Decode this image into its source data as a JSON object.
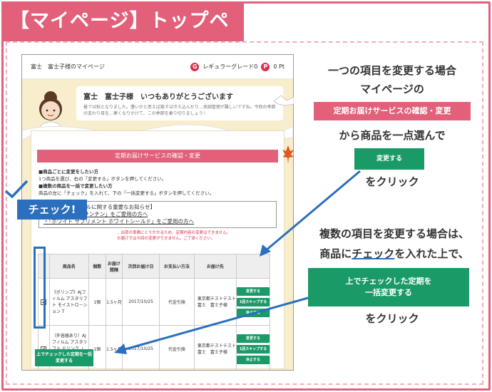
{
  "title": "【マイページ】トップページ",
  "screenshot": {
    "account_title": "富士　富士子様のマイページ",
    "grade_icon": "G",
    "grade_label": "レギュラーグレード0",
    "points_icon": "P",
    "points_label": "0 Pt",
    "greeting": "富士　富士子様　いつもありがとうございます",
    "greeting_sub": "暑では秋となりました。僅いかと思えば鍛すは冷え込んだり…体調管理が難しいですね。今回の季節の変わり目を…寒くなりかけて、この季節を乗り切りましょう！",
    "section_header": "定期お届けサービスの確認・変更",
    "note1_head": "■商品ごとに変更をしたい方",
    "note1_body": "1つ商品を選び、右の「変更する」ボタンを押してください。",
    "note2_head": "■複数の商品を一括で変更したい方",
    "note2_body": "商品の左に「チェック」を入れて、下の「一括変更する」ボタンを押してください。",
    "notice_head": "【商品リニューアルに関する重要なお知らせ】",
    "notice_link1": "・「飲むアスタキサンチン」をご愛用の方へ",
    "notice_link2": "・「ホワイト サプリメント ホワイトシールド」をご愛用の方へ",
    "red_note1": "…出荷の準備にとりかかるため、定期内容の変更はできません。",
    "red_note2": "お届けでは今回の変更ができません。ご了承ください。",
    "columns": [
      "",
      "商品名",
      "個数",
      "お届け間隔",
      "次回お届け日",
      "お支払い方法",
      "お届け先",
      ""
    ],
    "rows": [
      {
        "check": "✔",
        "product": "《ポリンプ》AJフィルム アスタリフト モイストロ－ション T",
        "qty": "1個",
        "interval": "1.5ヶ月",
        "next_date": "2017/10/25",
        "payment": "代金引換",
        "address": "東京都テストテスト 富士　富士子様",
        "btn_change": "変更する",
        "btn_skip": "1回スキップする",
        "btn_stop": "休止する"
      },
      {
        "check": "✔",
        "product": "（外容器あり）AJフィルム アスタリフト ドリンク ・ アクアリスタ 60g S",
        "qty": "1個",
        "interval": "1.5ヶ月",
        "next_date": "2017/10/25",
        "payment": "代金引換",
        "address": "東京都テストテスト 富士　富士子様",
        "btn_change": "変更する",
        "btn_skip": "1回スキップする",
        "btn_stop": "休止する"
      }
    ],
    "bulk_button": "上でチェックした定期を一括変更する"
  },
  "callout_check": "チェック!",
  "annotations": {
    "single_line1": "一つの項目を変更する場合",
    "single_line2": "マイページの",
    "single_tag": "定期お届けサービスの確認・変更",
    "single_line3": "から商品を一点選んで",
    "single_button": "変更する",
    "single_line4": "をクリック",
    "multi_line1": "複数の項目を変更する場合は、",
    "multi_line2_pre": "商品に",
    "multi_line2_ul": "チェック",
    "multi_line2_post": "を入れた上で、",
    "multi_button_line1": "上でチェックした定期を",
    "multi_button_line2": "一括変更する",
    "multi_line3": "をクリック"
  },
  "colors": {
    "accent_pink": "#e2607a",
    "action_green": "#1a9a66",
    "highlight_blue": "#2b6fbf"
  }
}
